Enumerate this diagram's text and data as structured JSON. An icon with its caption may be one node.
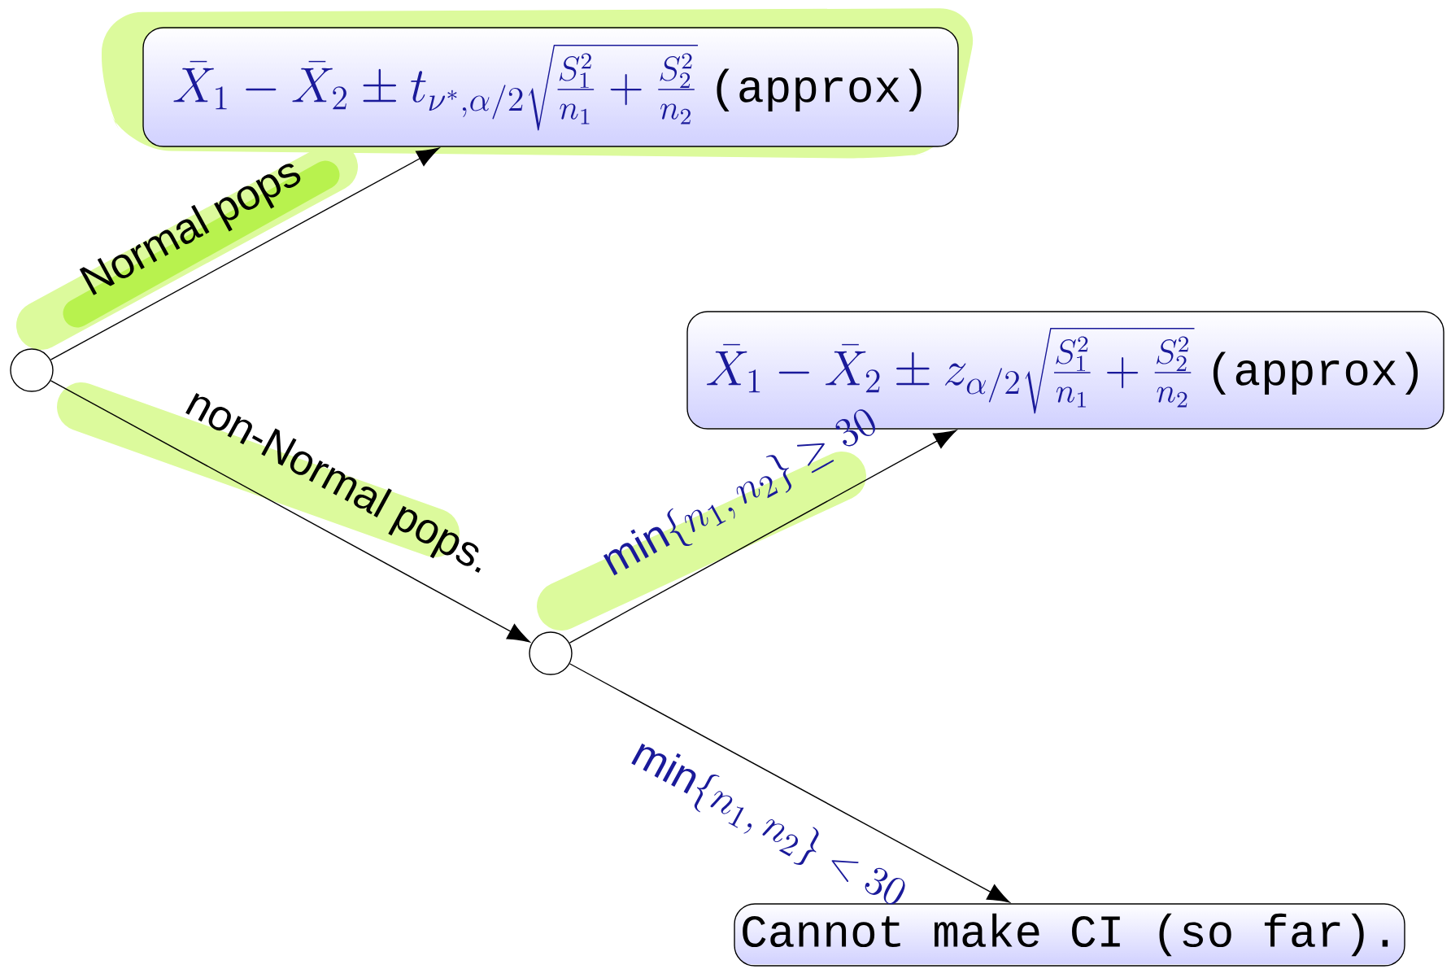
{
  "diagram": {
    "nodes": [
      {
        "text": [],
        "shape": "circle"
      },
      {
        "text": [
          "\\bar{X}_1-\\bar{X}_2\\pm t_{\\nu^*,\\alpha/2}\\sqrt{\\frac{S_1^2}{n_1}+\\frac{S_2^2}{n_2}}",
          "(approx)"
        ]
      },
      {
        "text": [],
        "shape": "circle"
      },
      {
        "text": [
          "\\bar{X}_1-\\bar{X}_2\\pm z_{\\alpha/2}\\sqrt{\\frac{S_1^2}{n_1}+\\frac{S_2^2}{n_2}}",
          "(approx)"
        ]
      },
      {
        "text": [
          "Cannot make CI (so far)."
        ]
      }
    ],
    "edges": [
      {
        "from": 0,
        "to": 1,
        "arrow": "to",
        "label": "Normal pops"
      },
      {
        "from": 0,
        "to": 2,
        "arrow": "to",
        "label": "non-Normal pops."
      },
      {
        "from": 2,
        "to": 3,
        "arrow": "to",
        "label": "\\min\\{n_1,n_2\\}\\geq 30"
      },
      {
        "from": 2,
        "to": 4,
        "arrow": "to",
        "label": "\\min\\{n_1,n_2\\}<30"
      }
    ]
  }
}
